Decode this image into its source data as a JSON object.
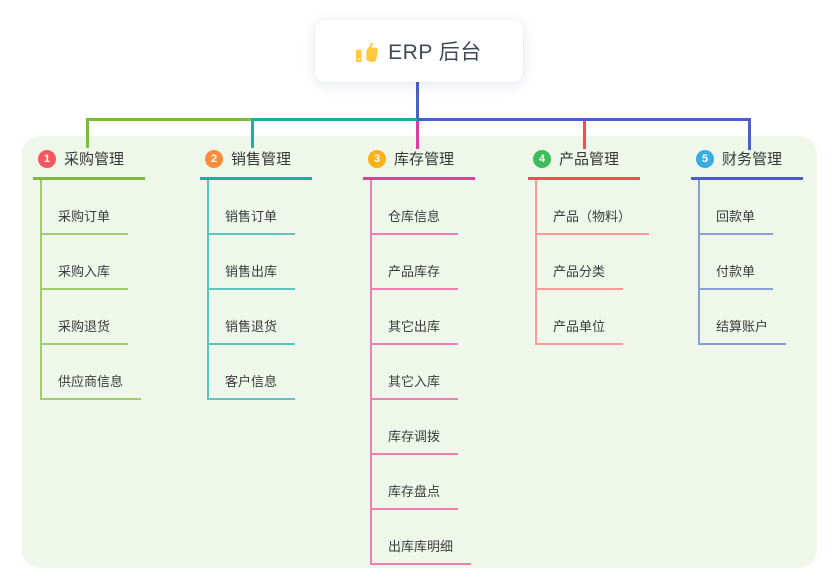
{
  "root": {
    "label": "ERP 后台",
    "icon": "thumbs-up-icon",
    "icon_color": "#FFC83D",
    "connector_color": "#4A5FC9"
  },
  "canvas": {
    "background": "#EEF7E9"
  },
  "branches": [
    {
      "number": "1",
      "label": "采购管理",
      "badge_color": "#F4595F",
      "line_color": "#7CBB3F",
      "child_line_color": "#9FCD6E",
      "children": [
        "采购订单",
        "采购入库",
        "采购退货",
        "供应商信息"
      ]
    },
    {
      "number": "2",
      "label": "销售管理",
      "badge_color": "#FB8C3C",
      "line_color": "#19B0A6",
      "child_line_color": "#5FC5BC",
      "children": [
        "销售订单",
        "销售出库",
        "销售退货",
        "客户信息"
      ]
    },
    {
      "number": "3",
      "label": "库存管理",
      "badge_color": "#FBB216",
      "line_color": "#DC3F9B",
      "child_line_color": "#F07FB8",
      "children": [
        "仓库信息",
        "产品库存",
        "其它出库",
        "其它入库",
        "库存调拨",
        "库存盘点",
        "出库库明细"
      ]
    },
    {
      "number": "4",
      "label": "产品管理",
      "badge_color": "#3DBD5C",
      "line_color": "#F0504D",
      "child_line_color": "#F79C9A",
      "children": [
        "产品（物料）",
        "产品分类",
        "产品单位"
      ]
    },
    {
      "number": "5",
      "label": "财务管理",
      "badge_color": "#38ADE3",
      "line_color": "#4A5FC9",
      "child_line_color": "#87A0D4",
      "children": [
        "回款单",
        "付款单",
        "结算账户"
      ]
    }
  ]
}
